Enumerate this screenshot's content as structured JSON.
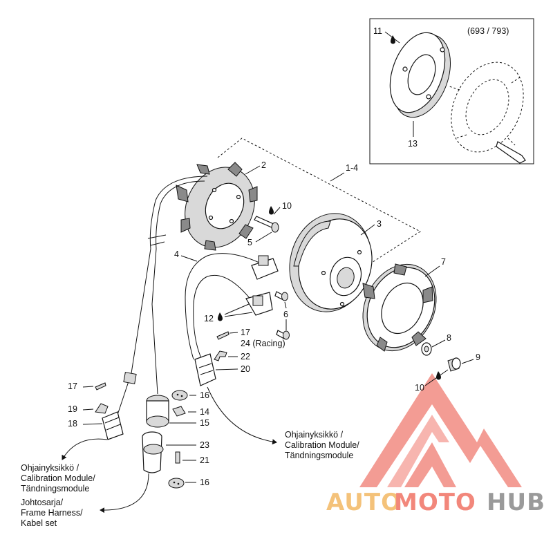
{
  "inset": {
    "model_label": "(693 / 793)",
    "callouts": {
      "c11": "11",
      "c13": "13"
    }
  },
  "callouts": {
    "c1_4": "1-4",
    "c2": "2",
    "c3": "3",
    "c4": "4",
    "c5": "5",
    "c6": "6",
    "c7": "7",
    "c8": "8",
    "c9": "9",
    "c10_top": "10",
    "c10_bottom": "10",
    "c12": "12",
    "c14": "14",
    "c15": "15",
    "c16_top": "16",
    "c16_bottom": "16",
    "c17_right": "17",
    "c17_left": "17",
    "c18": "18",
    "c19": "19",
    "c20": "20",
    "c21": "21",
    "c22": "22",
    "c23": "23",
    "c24": "24 (Racing)"
  },
  "notes": {
    "module_right": [
      "Ohjainyksikkö /",
      "Calibration Module/",
      "Tändningsmodule"
    ],
    "module_left": [
      "Ohjainyksikkö /",
      "Calibration Module/",
      "Tändningsmodule"
    ],
    "harness": [
      "Johtosarja/",
      "Frame Harness/",
      "Kabel set"
    ]
  },
  "watermark": {
    "part1": "AUTO",
    "part2": "MOTO",
    "part3": "HUB",
    "colors": {
      "auto": "#f4c27a",
      "moto": "#f2877b",
      "hub": "#9a9a9a",
      "logo": "#f28b82"
    }
  },
  "icons": [
    "oil-drop-icon",
    "arrow-icon"
  ]
}
